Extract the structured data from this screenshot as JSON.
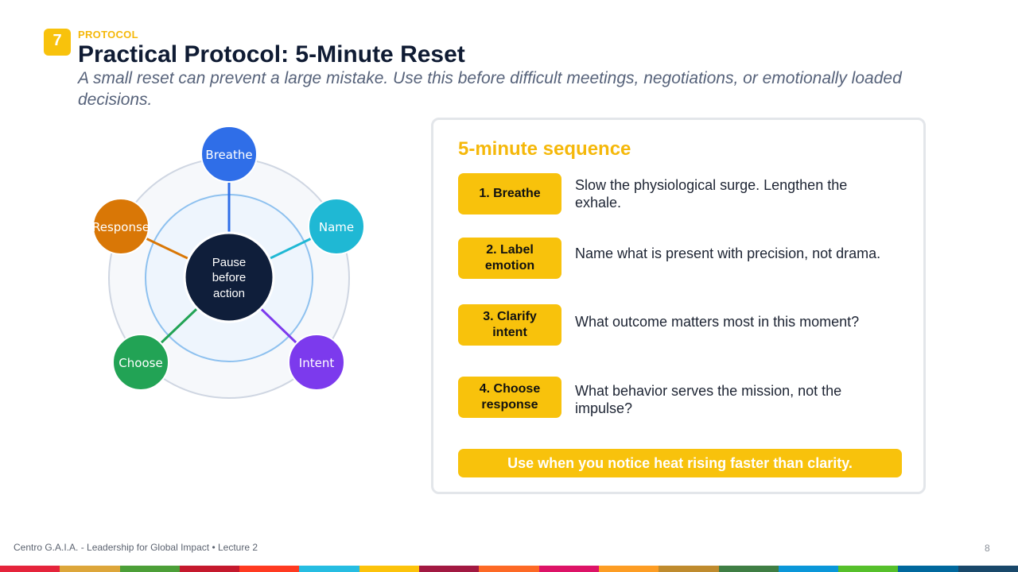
{
  "header": {
    "badge": "7",
    "kicker": "PROTOCOL",
    "title": "Practical Protocol: 5-Minute Reset",
    "subtitle": "A small reset can prevent a large mistake. Use this before difficult meetings, negotiations, or emotionally loaded decisions."
  },
  "diagram": {
    "center_lines": [
      "Pause",
      "before",
      "action"
    ],
    "nodes": [
      {
        "label": "Breathe",
        "color": "#2f6ee8"
      },
      {
        "label": "Name",
        "color": "#1fb8d4"
      },
      {
        "label": "Intent",
        "color": "#7c3aed"
      },
      {
        "label": "Choose",
        "color": "#22a355"
      },
      {
        "label": "Response",
        "color": "#d97706"
      }
    ]
  },
  "card": {
    "title": "5-minute sequence",
    "steps": [
      {
        "label": "1. Breathe",
        "desc": "Slow the physiological surge. Lengthen the exhale."
      },
      {
        "label": "2. Label emotion",
        "desc": "Name what is present with precision, not drama."
      },
      {
        "label": "3. Clarify intent",
        "desc": "What outcome matters most in this moment?"
      },
      {
        "label": "4. Choose response",
        "desc": "What behavior serves the mission, not the impulse?"
      }
    ],
    "banner": "Use when you notice heat rising faster than clarity."
  },
  "footer": {
    "text": "Centro G.A.I.A. - Leadership for Global Impact • Lecture 2",
    "page": "8"
  },
  "colors": {
    "accent": "#f8c20c",
    "strip": [
      "#e5243b",
      "#dda63a",
      "#4c9f38",
      "#c5192d",
      "#ff3a21",
      "#26bde2",
      "#fcc30b",
      "#a21942",
      "#fd6925",
      "#dd1367",
      "#fd9d24",
      "#bf8b2e",
      "#3f7e44",
      "#0a97d9",
      "#56c02b",
      "#00689d",
      "#19486a"
    ]
  }
}
